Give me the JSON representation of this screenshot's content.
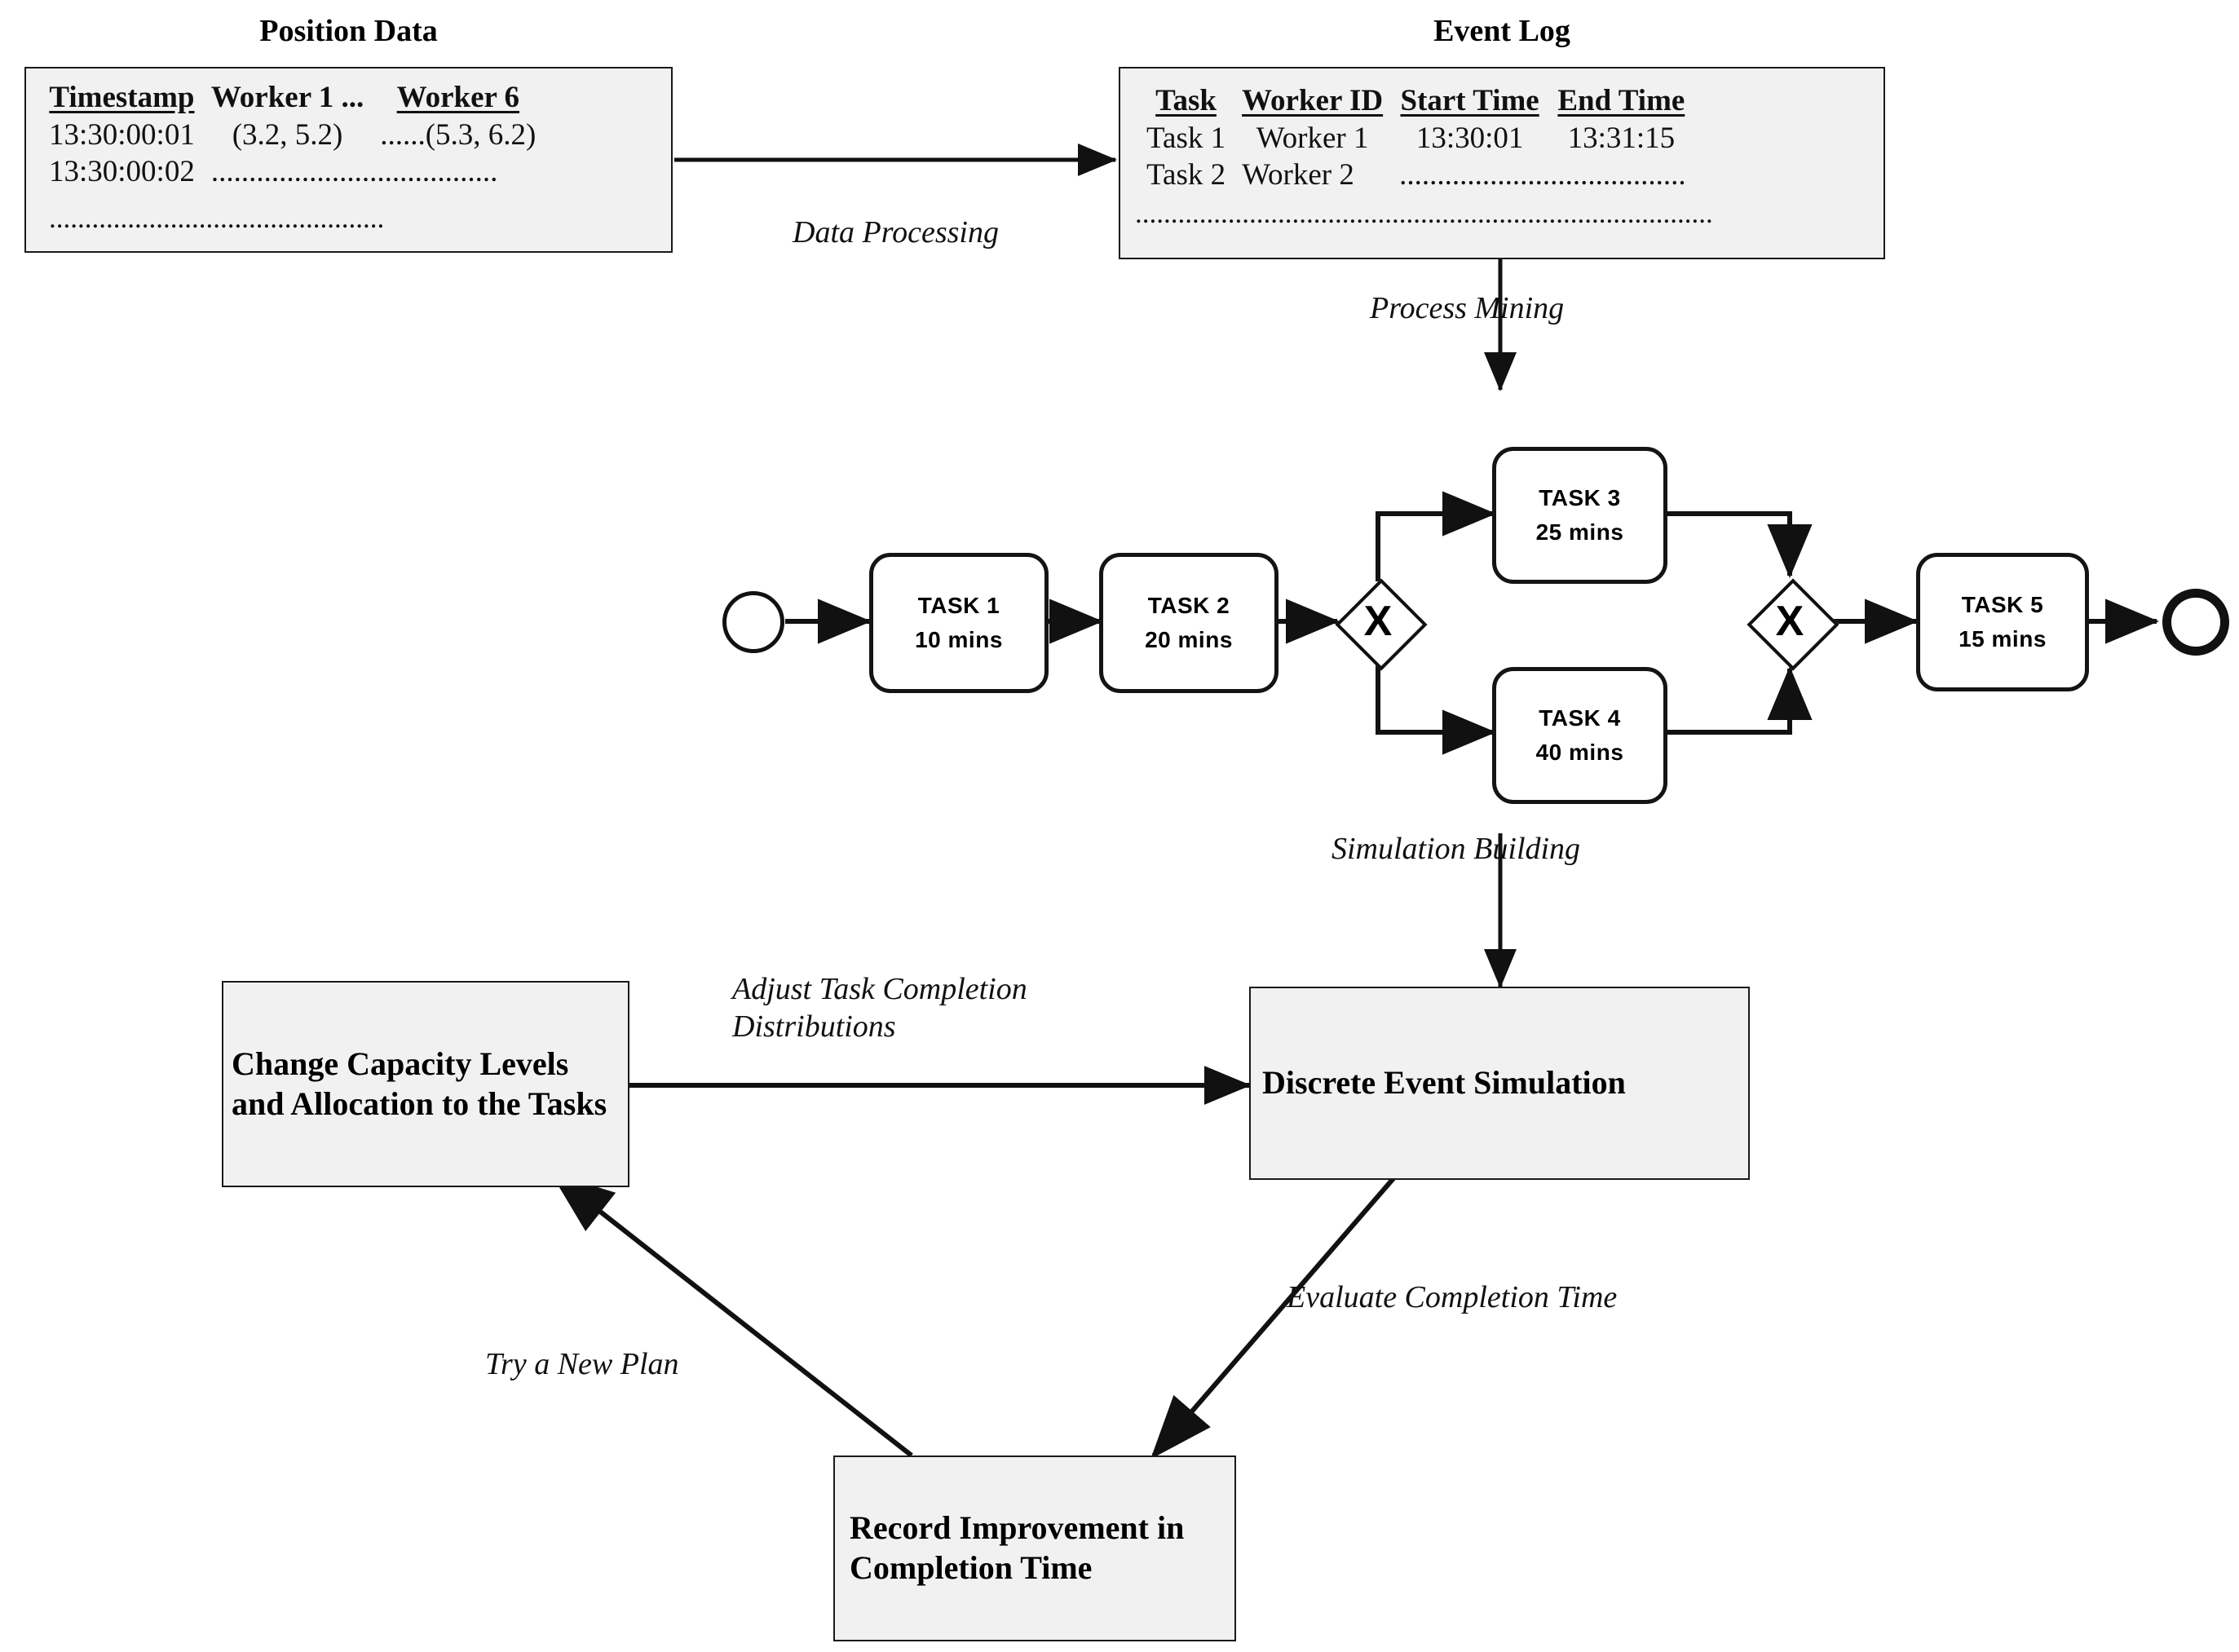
{
  "position_data": {
    "title": "Position Data",
    "columns": [
      "Timestamp",
      "Worker 1 ...",
      "Worker 6"
    ],
    "rows": [
      {
        "timestamp": "13:30:00:01",
        "worker1": "(3.2, 5.2)",
        "sep": "......",
        "worker6": "(5.3, 6.2)"
      },
      {
        "timestamp": "13:30:00:02",
        "worker1": "......................................",
        "sep": "",
        "worker6": ""
      }
    ],
    "trailing_dots": "..............................................."
  },
  "event_log": {
    "title": "Event Log",
    "columns": [
      "Task",
      "Worker ID",
      "Start Time",
      "End Time"
    ],
    "rows": [
      {
        "task": "Task 1",
        "worker": "Worker 1",
        "start": "13:30:01",
        "end": "13:31:15"
      },
      {
        "task": "Task 2",
        "worker": "Worker 2",
        "start": "......................................",
        "end": ""
      }
    ],
    "trailing_dots": "................................................................................."
  },
  "edges": {
    "data_processing": "Data Processing",
    "process_mining": "Process Mining",
    "simulation_building": "Simulation Building",
    "adjust_distributions": "Adjust Task Completion\nDistributions",
    "evaluate_completion_time": "Evaluate Completion Time",
    "try_a_new_plan": "Try a New Plan"
  },
  "bpmn": {
    "start_event": "start-event",
    "end_event": "end-event",
    "gateway_symbol": "X",
    "tasks": [
      {
        "name": "TASK 1",
        "duration": "10 mins"
      },
      {
        "name": "TASK 2",
        "duration": "20 mins"
      },
      {
        "name": "TASK 3",
        "duration": "25 mins"
      },
      {
        "name": "TASK 4",
        "duration": "40 mins"
      },
      {
        "name": "TASK 5",
        "duration": "15 mins"
      }
    ]
  },
  "process_boxes": {
    "change_capacity": "Change Capacity\nLevels and Allocation\nto the Tasks",
    "discrete_event_simulation": "Discrete Event Simulation",
    "record_improvement": "Record Improvement\nin Completion Time"
  },
  "colors": {
    "box_fill": "#f1f1f1",
    "stroke": "#1a1a1a",
    "text": "#000000",
    "page_bg": "#ffffff"
  }
}
